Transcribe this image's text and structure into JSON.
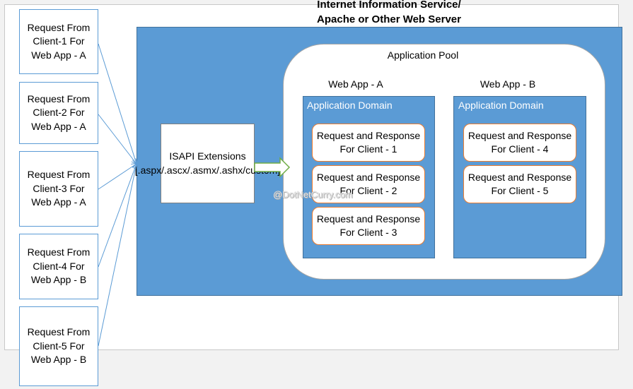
{
  "server": {
    "title": "Internet Information Service/\nApache or Other Web Server"
  },
  "clients": [
    {
      "label": "Request From Client-1 For Web App - A"
    },
    {
      "label": "Request From Client-2\nFor Web App - A"
    },
    {
      "label": "Request From Client-3 For Web App - A"
    },
    {
      "label": "Request From Client-4 For Web App - B"
    },
    {
      "label": "Request From Client-5 For Web App - B"
    }
  ],
  "isapi": {
    "label": "ISAPI Extensions [.aspx/.ascx/.asmx/.ashx/custom]"
  },
  "app_pool": {
    "label": "Application Pool"
  },
  "web_apps": [
    {
      "label": "Web App - A",
      "domain_label": "Application Domain",
      "requests": [
        {
          "label": "Request and Response For Client - 1"
        },
        {
          "label": "Request and Response For Client - 2"
        },
        {
          "label": "Request and Response For Client - 3"
        }
      ]
    },
    {
      "label": "Web App - B",
      "domain_label": "Application Domain",
      "requests": [
        {
          "label": "Request and Response For Client - 4"
        },
        {
          "label": "Request and Response For Client - 5"
        }
      ]
    }
  ],
  "watermark": {
    "text": "@DotNetCurry.com"
  },
  "colors": {
    "box_blue": "#5b9bd5",
    "box_border_blue": "#41719c",
    "request_border_orange": "#ed7d31",
    "arrow_green": "#70ad47"
  }
}
